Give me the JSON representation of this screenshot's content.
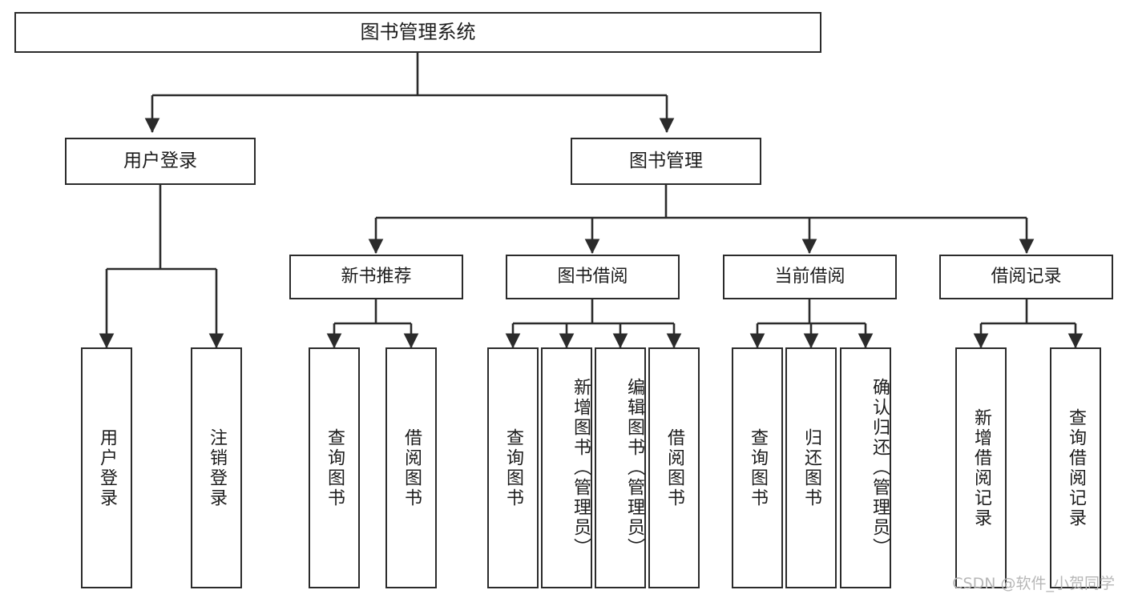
{
  "diagram": {
    "title": "图书管理系统",
    "type": "tree-hierarchy",
    "orientation": "top-down",
    "line_color": "#2b2b2b",
    "box_fill": "#ffffff",
    "text_color": "#1c1c1c"
  },
  "watermark": {
    "text": "CSDN @软件_小贺同学",
    "color": "#b7b7b7"
  },
  "nodes": {
    "root": {
      "label": "图书管理系统"
    },
    "level2": [
      {
        "label": "用户登录"
      },
      {
        "label": "图书管理"
      }
    ],
    "level3": [
      {
        "label": "新书推荐"
      },
      {
        "label": "图书借阅"
      },
      {
        "label": "当前借阅"
      },
      {
        "label": "借阅记录"
      }
    ],
    "leaves": {
      "user_login": [
        {
          "label": "用户登录"
        },
        {
          "label": "注销登录"
        }
      ],
      "new_book_recommend": [
        {
          "label": "查询图书"
        },
        {
          "label": "借阅图书"
        }
      ],
      "book_borrow": [
        {
          "label": "查询图书"
        },
        {
          "label": "新增图书（管理员）"
        },
        {
          "label": "编辑图书（管理员）"
        },
        {
          "label": "借阅图书"
        }
      ],
      "current_borrow": [
        {
          "label": "查询图书"
        },
        {
          "label": "归还图书"
        },
        {
          "label": "确认归还（管理员）"
        }
      ],
      "borrow_record": [
        {
          "label": "新增借阅记录"
        },
        {
          "label": "查询借阅记录"
        }
      ]
    }
  }
}
